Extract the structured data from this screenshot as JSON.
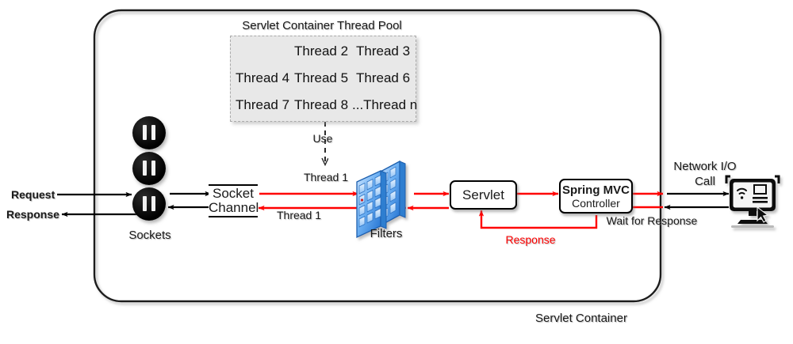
{
  "diagram": {
    "title_bottom": "Servlet Container",
    "thread_pool": {
      "caption": "Servlet Container Thread Pool",
      "rows": [
        [
          "",
          "Thread 2",
          "Thread 3"
        ],
        [
          "Thread 4",
          "Thread 5",
          "Thread 6"
        ],
        [
          "Thread  7",
          "Thread 8",
          "...Thread n"
        ]
      ]
    },
    "labels": {
      "request": "Request",
      "response_left": "Response",
      "sockets": "Sockets",
      "socket_channel_line1": "Socket",
      "socket_channel_line2": "Channel",
      "use": "Use",
      "thread1_top": "Thread 1",
      "thread1_bottom": "Thread 1",
      "filters": "Filters",
      "servlet": "Servlet",
      "spring_mvc": "Spring MVC",
      "controller": "Controller",
      "response_loop": "Response",
      "wait_for_response": "Wait for Response",
      "network_io_line1": "Network I/O",
      "network_io_line2": "Call"
    },
    "icons": {
      "socket": "socket-icon",
      "filters": "filters-icon",
      "client": "monitor-client-icon",
      "wifi": "wifi-icon",
      "cursor": "cursor-arrow-icon"
    },
    "colors": {
      "flow_red": "#ff0000",
      "flow_black": "#000000",
      "pool_fill": "#e8e8e8",
      "pool_border": "#aaaaaa",
      "filter_blue": "#2f86e8"
    }
  }
}
